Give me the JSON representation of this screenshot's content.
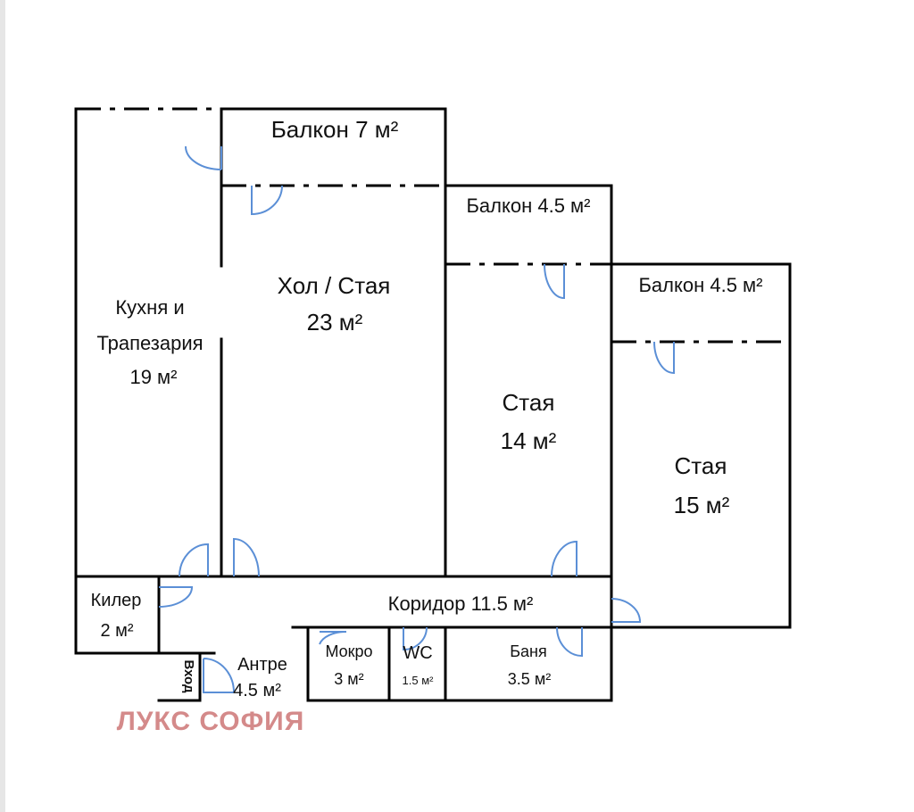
{
  "rooms": {
    "balcony_top": {
      "name": "Балкон 7 м²"
    },
    "balcony_mid": {
      "name": "Балкон 4.5 м²"
    },
    "balcony_right": {
      "name": "Балкон 4.5 м²"
    },
    "kitchen": {
      "line1": "Кухня и",
      "line2": "Трапезария",
      "area": "19 м²"
    },
    "living": {
      "line1": "Хол / Стая",
      "area": "23 м²"
    },
    "room_mid": {
      "name": "Стая",
      "area": "14 м²"
    },
    "room_right": {
      "name": "Стая",
      "area": "15 м²"
    },
    "pantry": {
      "name": "Килер",
      "area": "2 м²"
    },
    "corridor": {
      "name": "Коридор 11.5 м²"
    },
    "entry": {
      "name": "Вход"
    },
    "hall": {
      "name": "Антре",
      "area": "4.5 м²"
    },
    "wet": {
      "name": "Мокро",
      "area": "3 м²"
    },
    "wc": {
      "name": "WC",
      "area": "1.5 м²"
    },
    "bath": {
      "name": "Баня",
      "area": "3.5 м²"
    }
  },
  "watermark": {
    "text": "ЛУКС СОФИЯ",
    "color": "#d48a8a"
  },
  "colors": {
    "wall": "#000000",
    "door": "#5b8fd6"
  }
}
